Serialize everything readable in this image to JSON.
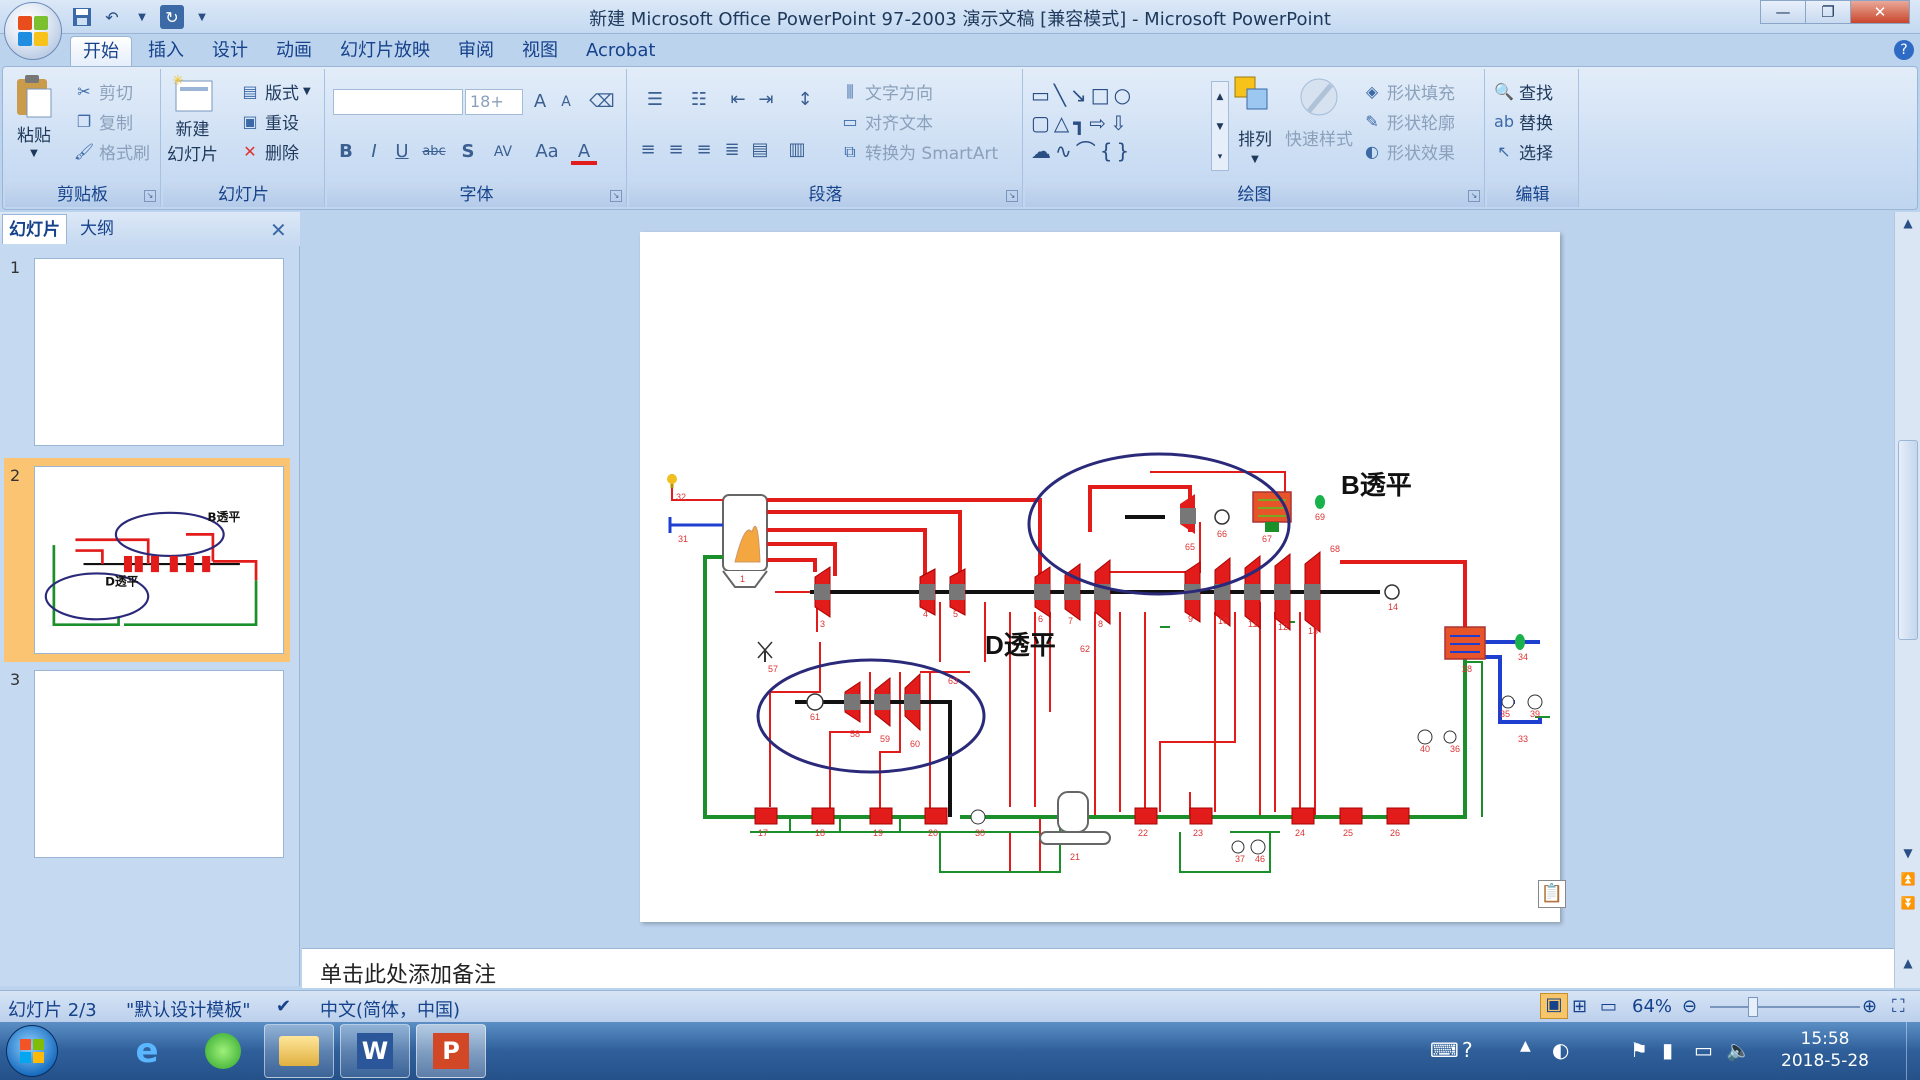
{
  "window": {
    "title": "新建 Microsoft Office PowerPoint 97-2003 演示文稿 [兼容模式] - Microsoft PowerPoint",
    "minimize": "—",
    "maximize": "❐",
    "close": "✕"
  },
  "tabs": [
    {
      "label": "开始",
      "active": true
    },
    {
      "label": "插入"
    },
    {
      "label": "设计"
    },
    {
      "label": "动画"
    },
    {
      "label": "幻灯片放映"
    },
    {
      "label": "审阅"
    },
    {
      "label": "视图"
    },
    {
      "label": "Acrobat"
    }
  ],
  "ribbon": {
    "clipboard": {
      "label": "剪贴板",
      "paste": "粘贴",
      "cut": "剪切",
      "copy": "复制",
      "format_painter": "格式刷"
    },
    "slides": {
      "label": "幻灯片",
      "new_slide": "新建",
      "new_slide2": "幻灯片",
      "layout": "版式",
      "reset": "重设",
      "delete": "删除"
    },
    "font": {
      "label": "字体",
      "font_name": "",
      "font_size": "18+",
      "bold": "B",
      "italic": "I",
      "underline": "U",
      "strike": "abc",
      "shadow": "S",
      "spacing": "AV",
      "case": "Aa",
      "color": "A"
    },
    "paragraph": {
      "label": "段落",
      "text_direction": "文字方向",
      "align_text": "对齐文本",
      "smartart": "转换为 SmartArt"
    },
    "drawing": {
      "label": "绘图",
      "arrange": "排列",
      "quick_styles": "快速样式",
      "shape_fill": "形状填充",
      "shape_outline": "形状轮廓",
      "shape_effects": "形状效果"
    },
    "editing": {
      "label": "编辑",
      "find": "查找",
      "replace": "替换",
      "select": "选择"
    }
  },
  "pane": {
    "tab_slides": "幻灯片",
    "tab_outline": "大纲",
    "close": "✕",
    "slides": [
      {
        "num": "1"
      },
      {
        "num": "2",
        "selected": true
      },
      {
        "num": "3"
      }
    ]
  },
  "slide": {
    "label_b": "B透平",
    "label_d": "D透平",
    "thumb_label_b": "B透平",
    "thumb_label_d": "D透平",
    "numbers": [
      "1",
      "3",
      "4",
      "5",
      "6",
      "7",
      "8",
      "9",
      "10",
      "11",
      "12",
      "13",
      "14",
      "17",
      "18",
      "19",
      "20",
      "21",
      "22",
      "23",
      "24",
      "25",
      "26",
      "28",
      "30",
      "31",
      "32",
      "33",
      "34",
      "35",
      "36",
      "37",
      "39",
      "40",
      "46",
      "57",
      "58",
      "59",
      "60",
      "61",
      "62",
      "63",
      "65",
      "66",
      "67",
      "68",
      "69"
    ]
  },
  "notes": {
    "placeholder": "单击此处添加备注"
  },
  "status": {
    "slide_info": "幻灯片 2/3",
    "theme": "\"默认设计模板\"",
    "language": "中文(简体，中国)",
    "zoom": "64%"
  },
  "taskbar": {
    "time": "15:58",
    "date": "2018-5-28"
  },
  "colors": {
    "accent": "#f7b14f",
    "pipe_red": "#e21b1b",
    "pipe_green": "#1a8f2a",
    "pipe_blue": "#1f3fd1",
    "ellipse": "#2b2a7a"
  }
}
